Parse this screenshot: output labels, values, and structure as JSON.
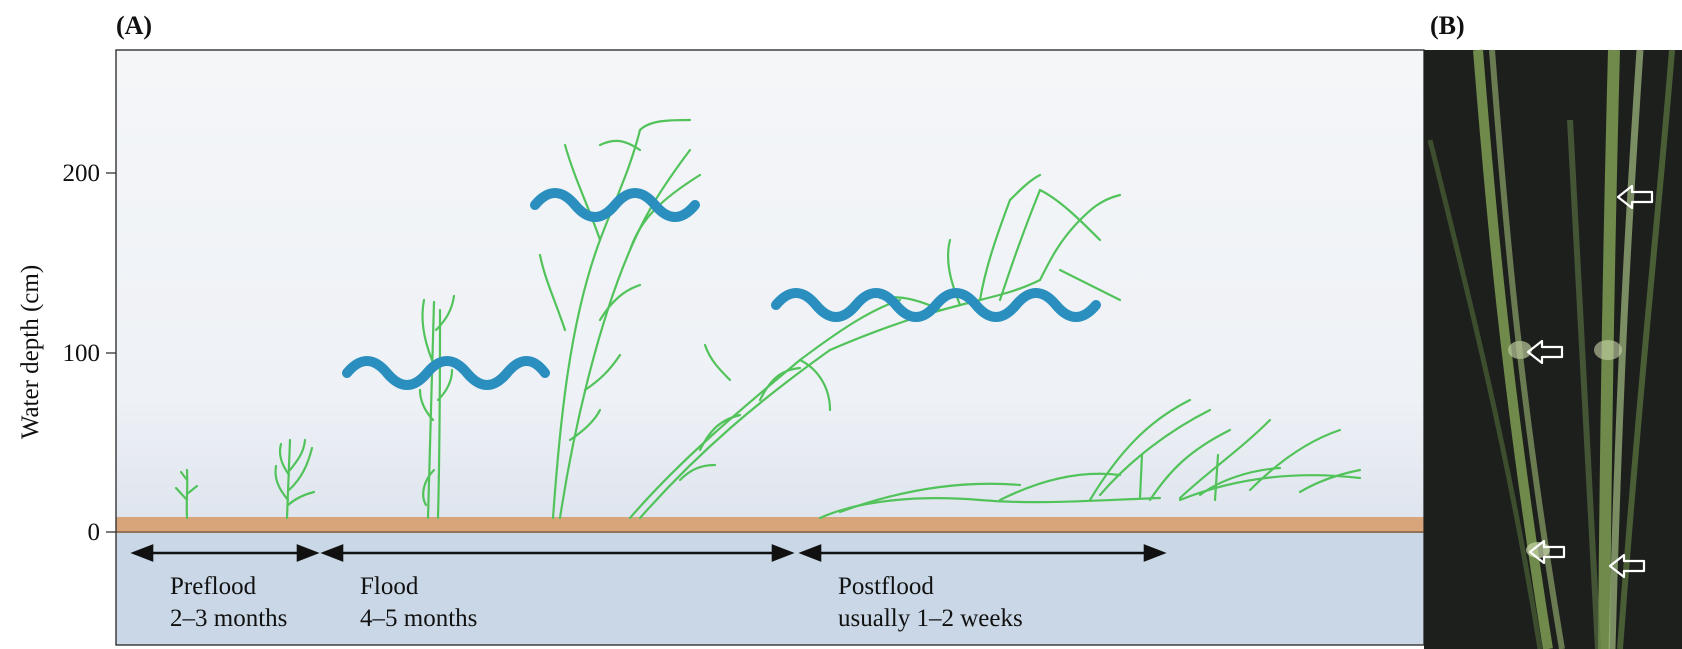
{
  "panels": {
    "a_label": "(A)",
    "b_label": "(B)"
  },
  "axis": {
    "ylabel": "Water depth (cm)",
    "ticks": [
      "200",
      "100",
      "0"
    ]
  },
  "phases": [
    {
      "name": "Preflood",
      "duration": "2–3 months"
    },
    {
      "name": "Flood",
      "duration": "4–5 months"
    },
    {
      "name": "Postflood",
      "duration": "usually 1–2 weeks"
    }
  ],
  "colors": {
    "water_wave": "#2a8fbf",
    "plant": "#52c35a",
    "soil": "#d8a57a",
    "below_ground": "#c9d7e6",
    "panel_bg": "#f0f3f7",
    "photo_bg": "#1d1f1d"
  },
  "icons": [
    "water-wave-icon",
    "arrow-icon"
  ]
}
